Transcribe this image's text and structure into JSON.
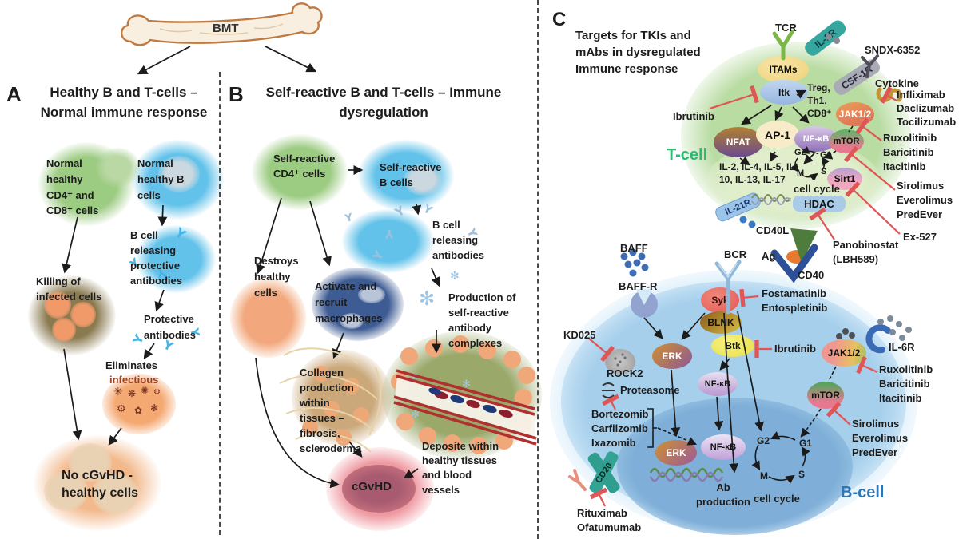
{
  "bone": {
    "label": "BMT"
  },
  "panelA": {
    "letter": "A",
    "title": "Healthy B and T-cells –\nNormal immune response",
    "normal_t": "Normal\nhealthy\nCD4⁺ and\nCD8⁺ cells",
    "normal_b": "Normal\nhealthy B\ncells",
    "releasing": "B cell\nreleasing\nprotective\nantibodies",
    "killing": "Killing of\ninfected cells",
    "protective": "Protective\nantibodies",
    "eliminates": "Eliminates",
    "infectious": "infectious",
    "no_cgvhd": "No cGvHD -\nhealthy cells"
  },
  "panelB": {
    "letter": "B",
    "title": "Self-reactive B and T-cells – Immune\ndysregulation",
    "cd4": "Self-reactive\nCD4⁺ cells",
    "bcells": "Self-reactive\nB cells",
    "releasing": "B cell\nreleasing\nantibodies",
    "production": "Production of\nself-reactive\nantibody\ncomplexes",
    "destroys": "Destroys\nhealthy\ncells",
    "activate": "Activate and\nrecruit\nmacrophages",
    "collagen": "Collagen\nproduction\nwithin\ntissues –\nfibrosis,\nscleroderma",
    "deposite": "Deposite within\nhealthy tissues\nand blood\nvessels",
    "cgvhd": "cGvHD"
  },
  "panelC": {
    "letter": "C",
    "title": "Targets for TKIs and\nmAbs in dysregulated\nImmune response",
    "tcell_label": "T-cell",
    "bcell_label": "B-cell",
    "receptors": {
      "tcr": "TCR",
      "il2r": "IL-2R",
      "csf1r": "CSF-1R",
      "sndx": "SNDX-6352",
      "cytokine": "Cytokine",
      "il21r": "IL-21R",
      "cd40l": "CD40L",
      "ag": "Ag",
      "cd40": "CD40",
      "bcr": "BCR",
      "baff": "BAFF",
      "baffr": "BAFF-R",
      "cd20": "CD20",
      "il6r": "IL-6R"
    },
    "tcell": {
      "itams": "ITAMs",
      "itk": "Itk",
      "nfat": "NFAT",
      "ap1": "AP-1",
      "nfkb": "NF-κB",
      "jak": "JAK1/2",
      "mtor": "mTOR",
      "sirt1": "Sirt1",
      "hdac": "HDAC",
      "treg": "Treg,\nTh1,\nCD8⁺",
      "cytokines": "IL-2, IL-4, IL-5, IL-\n10, IL-13, IL-17",
      "cell_cycle": "cell cycle",
      "g2": "G2",
      "g1": "G1",
      "m": "M",
      "s": "S"
    },
    "bcell": {
      "syk": "Syk",
      "blnk": "BLNK",
      "btk": "Btk",
      "erk": "ERK",
      "rock2": "ROCK2",
      "proteasome": "Proteasome",
      "nfkb": "NF-κB",
      "erk_nuc": "ERK",
      "nfkb_nuc": "NF-κB",
      "jak": "JAK1/2",
      "mtor": "mTOR",
      "ab_production": "Ab\nproduction",
      "cell_cycle": "cell cycle",
      "g2": "G2",
      "g1": "G1",
      "m": "M",
      "s": "S"
    },
    "drugs": {
      "ibrutinib_t": "Ibrutinib",
      "anti_cytokine": "Infliximab\nDaclizumab\nTocilizumab",
      "jak_inhibitors_t": "Ruxolitinib\nBaricitinib\nItacitinib",
      "mtor_inhibitors_t": "Sirolimus\nEverolimus\nPredEver",
      "ex527": "Ex-527",
      "panobinostat": "Panobinostat\n(LBH589)",
      "kd025": "KD025",
      "proteasome_inhibitors": "Bortezomib\nCarfilzomib\nIxazomib",
      "syk_inhibitors": "Fostamatinib\nEntospletinib",
      "ibrutinib_b": "Ibrutinib",
      "jak_inhibitors_b": "Ruxolitinib\nBaricitinib\nItacitinib",
      "mtor_inhibitors_b": "Sirolimus\nEverolimus\nPredEver",
      "anti_cd20": "Rituximab\nOfatumumab"
    },
    "colors": {
      "tcell_green": "#2eb872",
      "bcell_blue": "#2e75b6",
      "inhibit_red": "#e05555"
    }
  }
}
